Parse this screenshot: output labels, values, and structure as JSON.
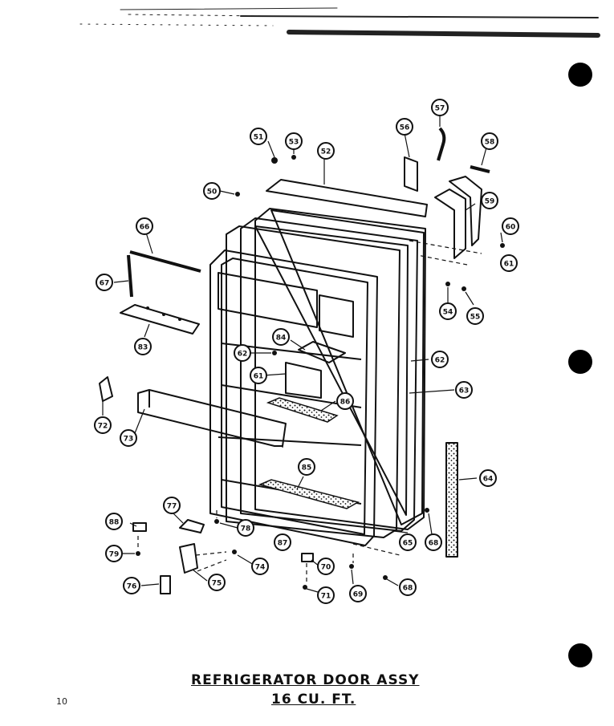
{
  "title_line1": "REFRIGERATOR DOOR ASSY",
  "title_line2": "16 CU. FT.",
  "page_number": "10",
  "callouts": [
    {
      "id": "c51",
      "num": "51"
    },
    {
      "id": "c53",
      "num": "53"
    },
    {
      "id": "c52",
      "num": "52"
    },
    {
      "id": "c56",
      "num": "56"
    },
    {
      "id": "c57",
      "num": "57"
    },
    {
      "id": "c58",
      "num": "58"
    },
    {
      "id": "c50",
      "num": "50"
    },
    {
      "id": "c59",
      "num": "59"
    },
    {
      "id": "c60a",
      "num": "60"
    },
    {
      "id": "c61a",
      "num": "61"
    },
    {
      "id": "c66",
      "num": "66"
    },
    {
      "id": "c67",
      "num": "67"
    },
    {
      "id": "c54",
      "num": "54"
    },
    {
      "id": "c55",
      "num": "55"
    },
    {
      "id": "c83",
      "num": "83"
    },
    {
      "id": "c84",
      "num": "84"
    },
    {
      "id": "c62a",
      "num": "62"
    },
    {
      "id": "c62b",
      "num": "62"
    },
    {
      "id": "c61b",
      "num": "61"
    },
    {
      "id": "c63",
      "num": "63"
    },
    {
      "id": "c86",
      "num": "86"
    },
    {
      "id": "c72",
      "num": "72"
    },
    {
      "id": "c73",
      "num": "73"
    },
    {
      "id": "c85",
      "num": "85"
    },
    {
      "id": "c64",
      "num": "64"
    },
    {
      "id": "c77",
      "num": "77"
    },
    {
      "id": "c88",
      "num": "88"
    },
    {
      "id": "c78",
      "num": "78"
    },
    {
      "id": "c87",
      "num": "87"
    },
    {
      "id": "c65",
      "num": "65"
    },
    {
      "id": "c68a",
      "num": "68"
    },
    {
      "id": "c79",
      "num": "79"
    },
    {
      "id": "c74",
      "num": "74"
    },
    {
      "id": "c70",
      "num": "70"
    },
    {
      "id": "c76",
      "num": "76"
    },
    {
      "id": "c75",
      "num": "75"
    },
    {
      "id": "c71",
      "num": "71"
    },
    {
      "id": "c69",
      "num": "69"
    },
    {
      "id": "c68b",
      "num": "68"
    }
  ]
}
